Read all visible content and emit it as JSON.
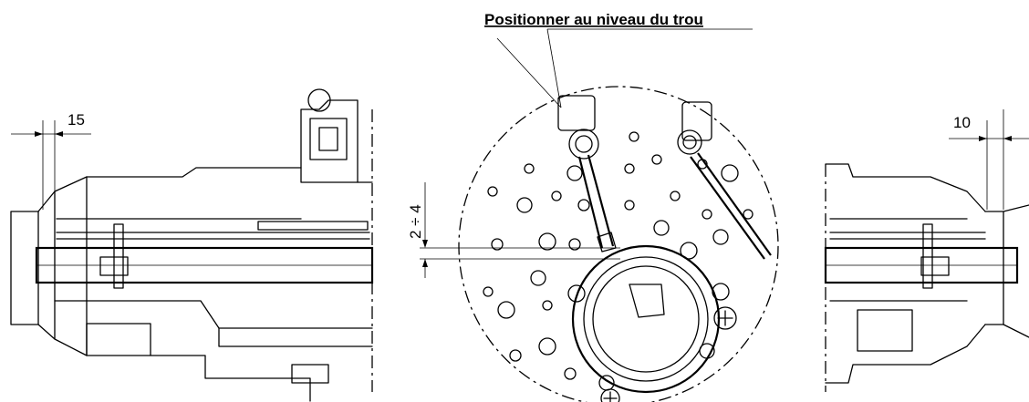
{
  "callout": {
    "text": "Positionner au niveau du trou"
  },
  "dimensions": {
    "left": "15",
    "middle": "2 ÷ 4",
    "right": "10"
  }
}
